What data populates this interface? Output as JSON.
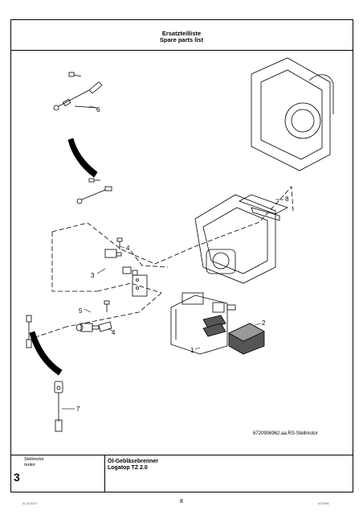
{
  "header": {
    "title_de": "Ersatzteilliste",
    "title_en": "Spare parts list"
  },
  "figure": {
    "reference": "6720906962.aa.RS-Stellmotor",
    "callouts": [
      "1",
      "2",
      "3",
      "4",
      "4",
      "5",
      "6",
      "7",
      "8"
    ]
  },
  "footer": {
    "section_de": "Stellmotor",
    "section_en": "motor",
    "section_number": "3",
    "product_de": "Öl-Gebläsebrenner",
    "product_en": "Logatop TZ 2.0",
    "page_number": "8",
    "meta_left": "01.04.2019",
    "meta_right": "6720906"
  }
}
